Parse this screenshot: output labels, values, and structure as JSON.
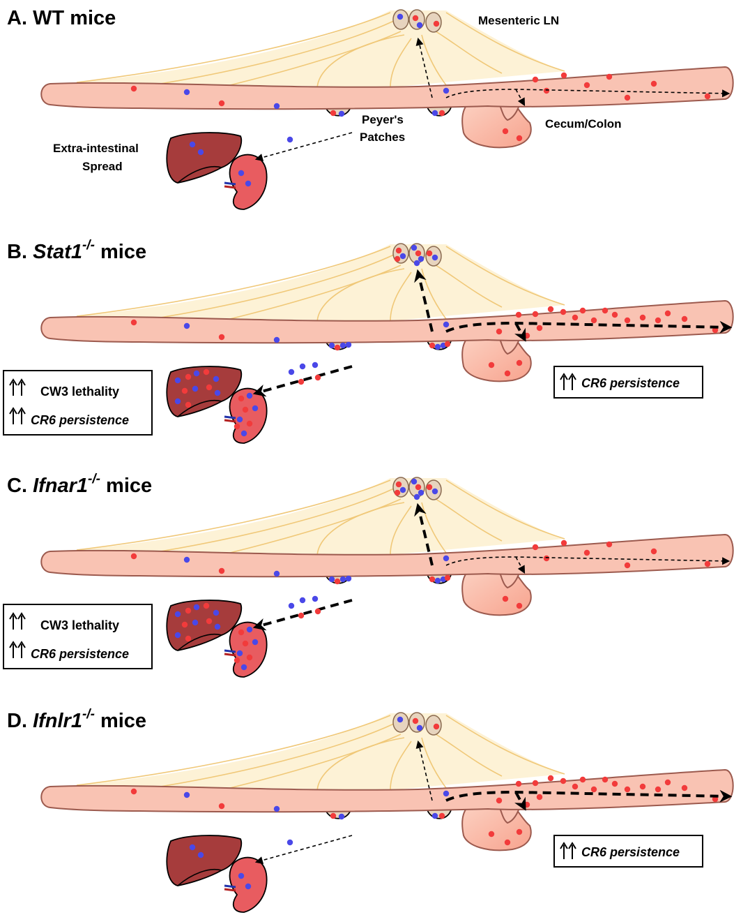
{
  "colors": {
    "intestine_fill": "#f9c3b3",
    "intestine_stroke": "#9c5a4e",
    "mesentery_fill": "#fdf2d6",
    "mesentery_line": "#f0c878",
    "node_fill": "#e7d4be",
    "liver": "#a63c3c",
    "spleen": "#e85c60",
    "virus_cr6": "#f23b3b",
    "virus_cw3": "#4a48e8"
  },
  "labels": {
    "mesenteric_ln": "Mesenteric LN",
    "peyers_patches_1": "Peyer's",
    "peyers_patches_2": "Patches",
    "cecum_colon": "Cecum/Colon",
    "extra_intestinal_1": "Extra-intestinal",
    "extra_intestinal_2": "Spread"
  },
  "panels": [
    {
      "letter": "A.",
      "genotype": "WT",
      "superscript": "",
      "suffix": " mice",
      "left_box": null,
      "right_box": null
    },
    {
      "letter": "B.",
      "genotype": "Stat1",
      "superscript": "-/-",
      "suffix": " mice",
      "left_box": {
        "line1": "CW3 lethality",
        "line2": "CR6 persistence"
      },
      "right_box": {
        "line1": "CR6 persistence"
      }
    },
    {
      "letter": "C.",
      "genotype": "Ifnar1",
      "superscript": "-/-",
      "suffix": " mice",
      "left_box": {
        "line1": "CW3 lethality",
        "line2": "CR6 persistence"
      },
      "right_box": null
    },
    {
      "letter": "D.",
      "genotype": "Ifnlr1",
      "superscript": "-/-",
      "suffix": " mice",
      "left_box": null,
      "right_box": {
        "line1": "CR6 persistence"
      }
    }
  ]
}
